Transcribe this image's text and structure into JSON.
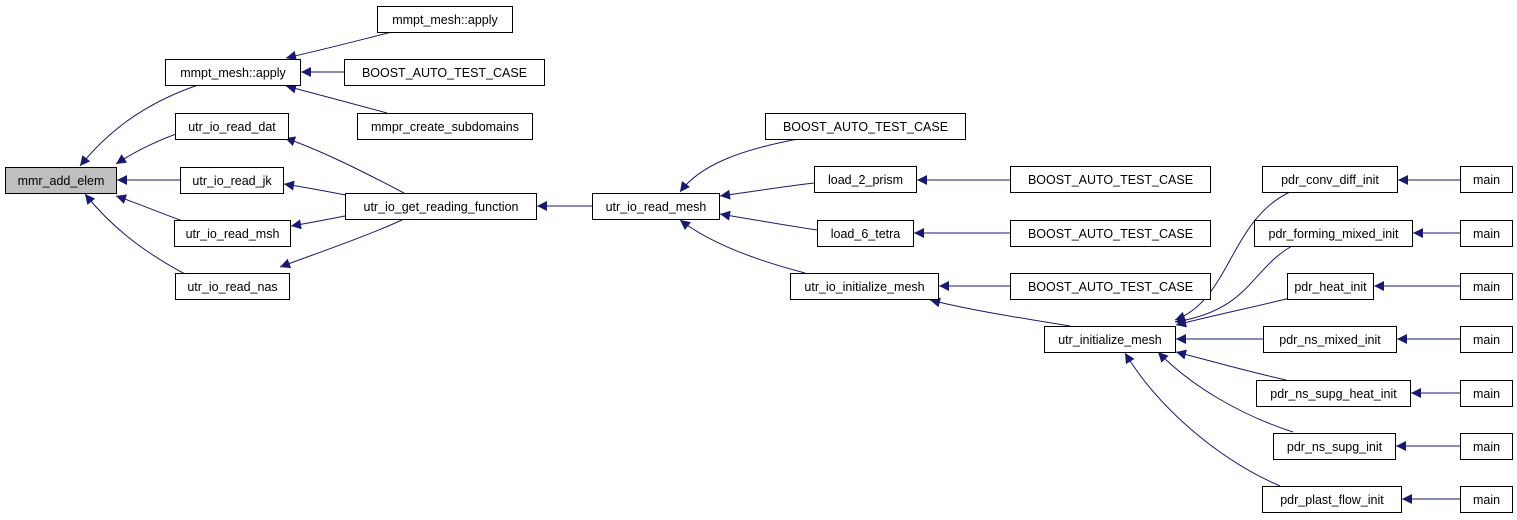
{
  "nodes": [
    {
      "id": "mmr_add_elem",
      "label": "mmr_add_elem",
      "root": true
    },
    {
      "id": "mmpt_apply_a",
      "label": "mmpt_mesh::apply"
    },
    {
      "id": "utr_io_read_dat",
      "label": "utr_io_read_dat"
    },
    {
      "id": "utr_io_read_jk",
      "label": "utr_io_read_jk"
    },
    {
      "id": "utr_io_read_msh",
      "label": "utr_io_read_msh"
    },
    {
      "id": "utr_io_read_nas",
      "label": "utr_io_read_nas"
    },
    {
      "id": "mmpt_apply_b",
      "label": "mmpt_mesh::apply"
    },
    {
      "id": "boost_1",
      "label": "BOOST_AUTO_TEST_CASE"
    },
    {
      "id": "mmpr_create_subdomains",
      "label": "mmpr_create_subdomains"
    },
    {
      "id": "utr_io_get_reading_function",
      "label": "utr_io_get_reading_function"
    },
    {
      "id": "utr_io_read_mesh",
      "label": "utr_io_read_mesh"
    },
    {
      "id": "boost_2",
      "label": "BOOST_AUTO_TEST_CASE"
    },
    {
      "id": "load_2_prism",
      "label": "load_2_prism"
    },
    {
      "id": "load_6_tetra",
      "label": "load_6_tetra"
    },
    {
      "id": "utr_io_initialize_mesh",
      "label": "utr_io_initialize_mesh"
    },
    {
      "id": "boost_3",
      "label": "BOOST_AUTO_TEST_CASE"
    },
    {
      "id": "boost_4",
      "label": "BOOST_AUTO_TEST_CASE"
    },
    {
      "id": "boost_5",
      "label": "BOOST_AUTO_TEST_CASE"
    },
    {
      "id": "utr_initialize_mesh",
      "label": "utr_initialize_mesh"
    },
    {
      "id": "pdr_conv_diff_init",
      "label": "pdr_conv_diff_init"
    },
    {
      "id": "pdr_forming_mixed_init",
      "label": "pdr_forming_mixed_init"
    },
    {
      "id": "pdr_heat_init",
      "label": "pdr_heat_init"
    },
    {
      "id": "pdr_ns_mixed_init",
      "label": "pdr_ns_mixed_init"
    },
    {
      "id": "pdr_ns_supg_heat_init",
      "label": "pdr_ns_supg_heat_init"
    },
    {
      "id": "pdr_ns_supg_init",
      "label": "pdr_ns_supg_init"
    },
    {
      "id": "pdr_plast_flow_init",
      "label": "pdr_plast_flow_init"
    },
    {
      "id": "main_1",
      "label": "main"
    },
    {
      "id": "main_2",
      "label": "main"
    },
    {
      "id": "main_3",
      "label": "main"
    },
    {
      "id": "main_4",
      "label": "main"
    },
    {
      "id": "main_5",
      "label": "main"
    },
    {
      "id": "main_6",
      "label": "main"
    },
    {
      "id": "main_7",
      "label": "main"
    }
  ],
  "edges": [
    [
      "mmpt_apply_a",
      "mmr_add_elem"
    ],
    [
      "utr_io_read_dat",
      "mmr_add_elem"
    ],
    [
      "utr_io_read_jk",
      "mmr_add_elem"
    ],
    [
      "utr_io_read_msh",
      "mmr_add_elem"
    ],
    [
      "utr_io_read_nas",
      "mmr_add_elem"
    ],
    [
      "mmpt_apply_b",
      "mmpt_apply_a"
    ],
    [
      "boost_1",
      "mmpt_apply_a"
    ],
    [
      "mmpr_create_subdomains",
      "mmpt_apply_a"
    ],
    [
      "utr_io_get_reading_function",
      "utr_io_read_dat"
    ],
    [
      "utr_io_get_reading_function",
      "utr_io_read_jk"
    ],
    [
      "utr_io_get_reading_function",
      "utr_io_read_msh"
    ],
    [
      "utr_io_get_reading_function",
      "utr_io_read_nas"
    ],
    [
      "utr_io_read_mesh",
      "utr_io_get_reading_function"
    ],
    [
      "boost_2",
      "utr_io_read_mesh"
    ],
    [
      "load_2_prism",
      "utr_io_read_mesh"
    ],
    [
      "load_6_tetra",
      "utr_io_read_mesh"
    ],
    [
      "utr_io_initialize_mesh",
      "utr_io_read_mesh"
    ],
    [
      "boost_3",
      "load_2_prism"
    ],
    [
      "boost_4",
      "load_6_tetra"
    ],
    [
      "boost_5",
      "utr_io_initialize_mesh"
    ],
    [
      "utr_initialize_mesh",
      "utr_io_initialize_mesh"
    ],
    [
      "pdr_conv_diff_init",
      "utr_initialize_mesh"
    ],
    [
      "pdr_forming_mixed_init",
      "utr_initialize_mesh"
    ],
    [
      "pdr_heat_init",
      "utr_initialize_mesh"
    ],
    [
      "pdr_ns_mixed_init",
      "utr_initialize_mesh"
    ],
    [
      "pdr_ns_supg_heat_init",
      "utr_initialize_mesh"
    ],
    [
      "pdr_ns_supg_init",
      "utr_initialize_mesh"
    ],
    [
      "pdr_plast_flow_init",
      "utr_initialize_mesh"
    ],
    [
      "main_1",
      "pdr_conv_diff_init"
    ],
    [
      "main_2",
      "pdr_forming_mixed_init"
    ],
    [
      "main_3",
      "pdr_heat_init"
    ],
    [
      "main_4",
      "pdr_ns_mixed_init"
    ],
    [
      "main_5",
      "pdr_ns_supg_heat_init"
    ],
    [
      "main_6",
      "pdr_ns_supg_init"
    ],
    [
      "main_7",
      "pdr_plast_flow_init"
    ]
  ],
  "colors": {
    "edge": "#191970",
    "root_fill": "#bfbfbf",
    "node_fill": "#ffffff",
    "border": "#000000"
  }
}
